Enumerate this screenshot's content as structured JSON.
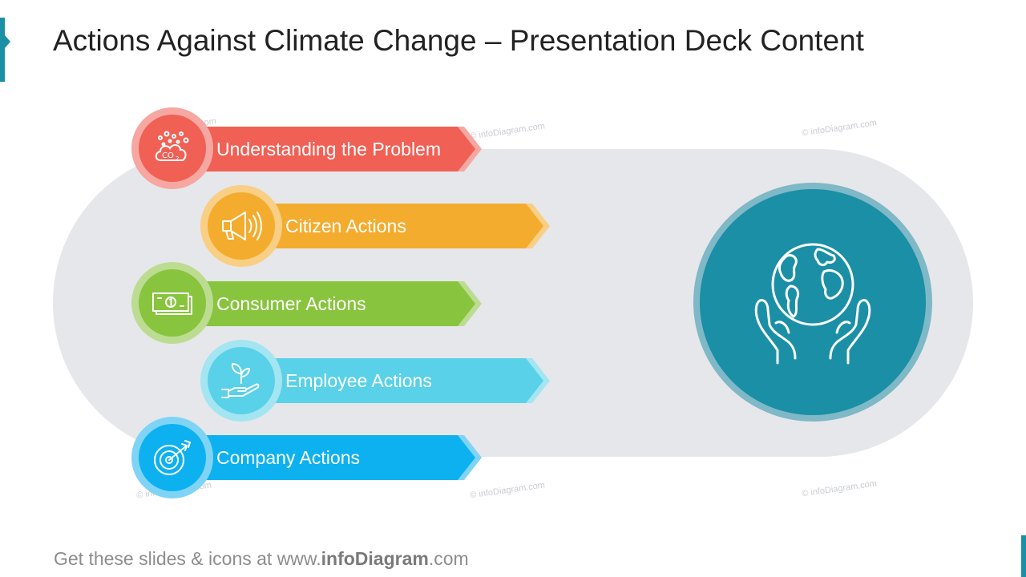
{
  "title": "Actions Against Climate Change – Presentation Deck Content",
  "watermark": "© infoDiagram.com",
  "items": [
    {
      "label": "Understanding the Problem",
      "icon": "co2-cloud-icon",
      "color": "#f06055",
      "ring": "#f6a7a1"
    },
    {
      "label": "Citizen Actions",
      "icon": "megaphone-icon",
      "color": "#f4ac2e",
      "ring": "#f8cf84"
    },
    {
      "label": "Consumer Actions",
      "icon": "money-bill-icon",
      "color": "#88c43e",
      "ring": "#bcdc92"
    },
    {
      "label": "Employee Actions",
      "icon": "hand-plant-icon",
      "color": "#59d1e8",
      "ring": "#a4e5f2"
    },
    {
      "label": "Company Actions",
      "icon": "target-arrow-icon",
      "color": "#0db1f0",
      "ring": "#7fd4f6"
    }
  ],
  "center_icon": "globe-in-hands-icon",
  "footer": {
    "prefix": "Get these slides & icons at www.",
    "brand": "infoDiagram",
    "suffix": ".com"
  }
}
